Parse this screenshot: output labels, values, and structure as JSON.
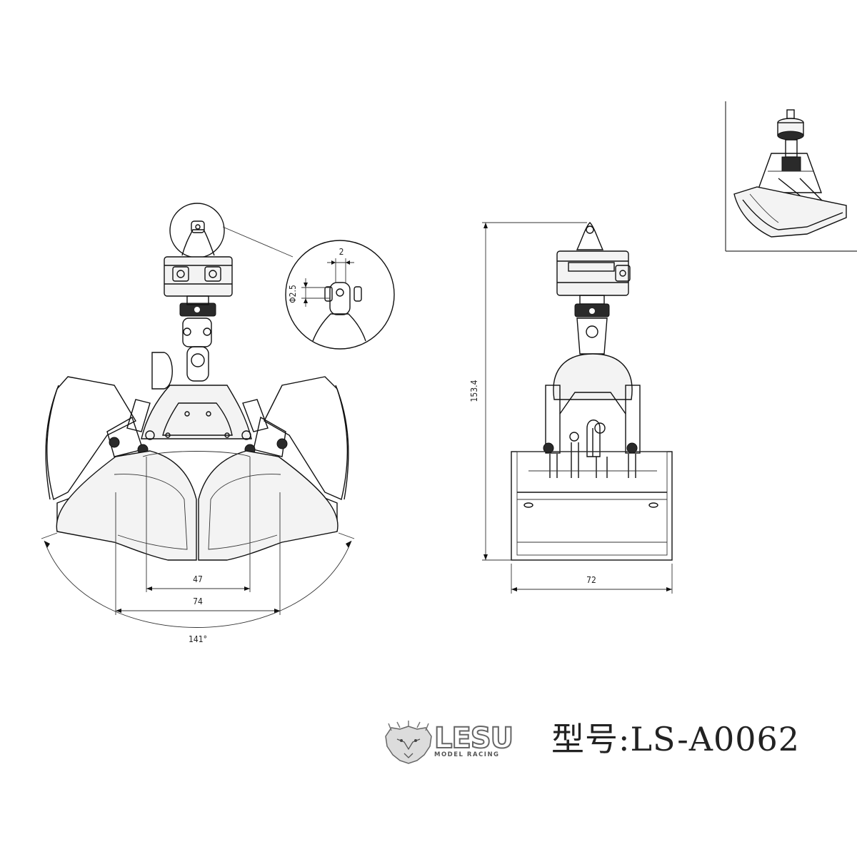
{
  "dimensions": {
    "pin_spacing": "2",
    "pin_diameter": "Φ2.5",
    "inner_width": "47",
    "outer_width": "74",
    "opening_angle": "141°",
    "total_height": "153.4",
    "side_width": "72"
  },
  "brand": {
    "name": "LESU",
    "subtitle": "MODEL RACING"
  },
  "model_label": "型号:LS-A0062",
  "icons": {
    "logo": "lion-head-icon"
  }
}
